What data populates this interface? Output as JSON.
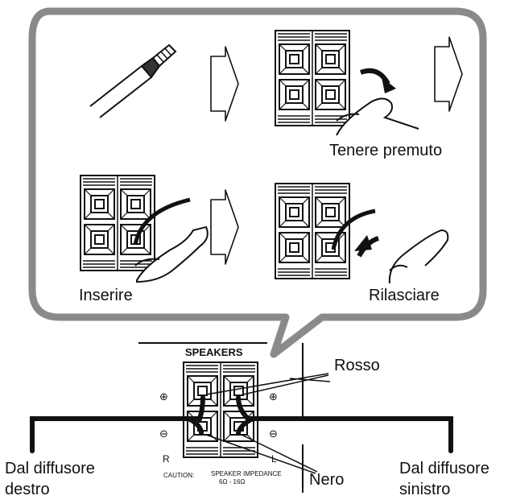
{
  "steps": {
    "hold": "Tenere premuto",
    "insert": "Inserire",
    "release": "Rilasciare"
  },
  "panel": {
    "title": "SPEAKERS",
    "plus": "⊕",
    "minus": "⊖",
    "right": "R",
    "left": "L",
    "caution_label": "CAUTION:",
    "caution_line1": "SPEAKER IMPEDANCE",
    "caution_line2": "6Ω - 16Ω"
  },
  "wires": {
    "red": "Rosso",
    "black": "Nero"
  },
  "speakers": {
    "right_line1": "Dal diffusore",
    "right_line2": "destro",
    "left_line1": "Dal diffusore",
    "left_line2": "sinistro"
  }
}
